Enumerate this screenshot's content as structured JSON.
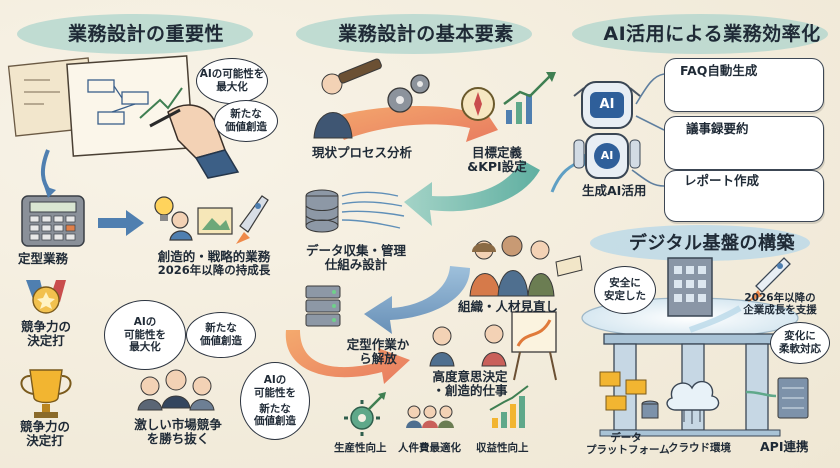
{
  "sections": {
    "importance": {
      "title": "業務設計の重要性",
      "bubble_top": [
        "AIの可能性を",
        "最大化"
      ],
      "bubble_top2": [
        "新たな",
        "価値創造"
      ],
      "routine": "定型業務",
      "creative": [
        "創造的・戦略的業務",
        "2026年以降の持成長"
      ],
      "competitive1": [
        "競争力の",
        "決定打"
      ],
      "competitive2": [
        "競争力の",
        "決定打"
      ],
      "bubble_mid1": [
        "AIの",
        "可能性を",
        "最大化"
      ],
      "bubble_mid2": [
        "新たな",
        "価値創造"
      ],
      "market": [
        "激しい市場競争",
        "を勝ち抜く"
      ]
    },
    "elements": {
      "title": "業務設計の基本要素",
      "analysis": "現状プロセス分析",
      "goal": [
        "目標定義",
        "&KPI設定"
      ],
      "data": [
        "データ収集・管理",
        "仕組み設計"
      ],
      "org": "組織・人材見直し",
      "release": [
        "定型作業か",
        "ら解放"
      ],
      "decision": [
        "高度意思決定",
        "・創造的仕事"
      ],
      "bubble_left": [
        "AIの",
        "可能性を",
        "新たな",
        "価値創造"
      ],
      "productivity": "生産性向上",
      "cost": "人件費最適化",
      "profit": "収益性向上"
    },
    "ai": {
      "title": "AI活用による業務効率化",
      "faq": "FAQ自動生成",
      "minutes": "議事録要約",
      "report": "レポート作成",
      "genai": "生成AI活用",
      "robot_label": "AI"
    },
    "digital": {
      "title": "デジタル基盤の構築",
      "bubble_safe": [
        "安全に",
        "安定した"
      ],
      "growth": [
        "2026年以降の",
        "企業成長を支援"
      ],
      "flex": [
        "変化に",
        "柔軟対応"
      ],
      "data_platform": [
        "データ",
        "プラットフォーム"
      ],
      "cloud": "クラウド環境",
      "api": "API連携"
    }
  },
  "colors": {
    "title_bg": "#a9d3cc",
    "arrow_orange": "#ef8a4a",
    "arrow_teal": "#5fb3a6",
    "arrow_blue": "#4f88b8",
    "ink": "#1f2a36"
  }
}
